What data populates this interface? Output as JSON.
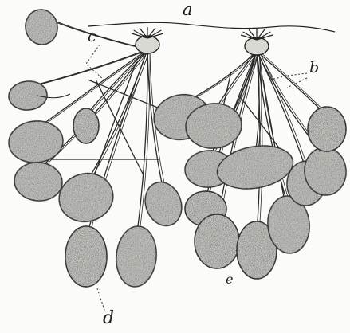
{
  "figure": {
    "labels": {
      "a": "a",
      "b": "b",
      "c": "c",
      "d": "d",
      "e": "e"
    }
  }
}
